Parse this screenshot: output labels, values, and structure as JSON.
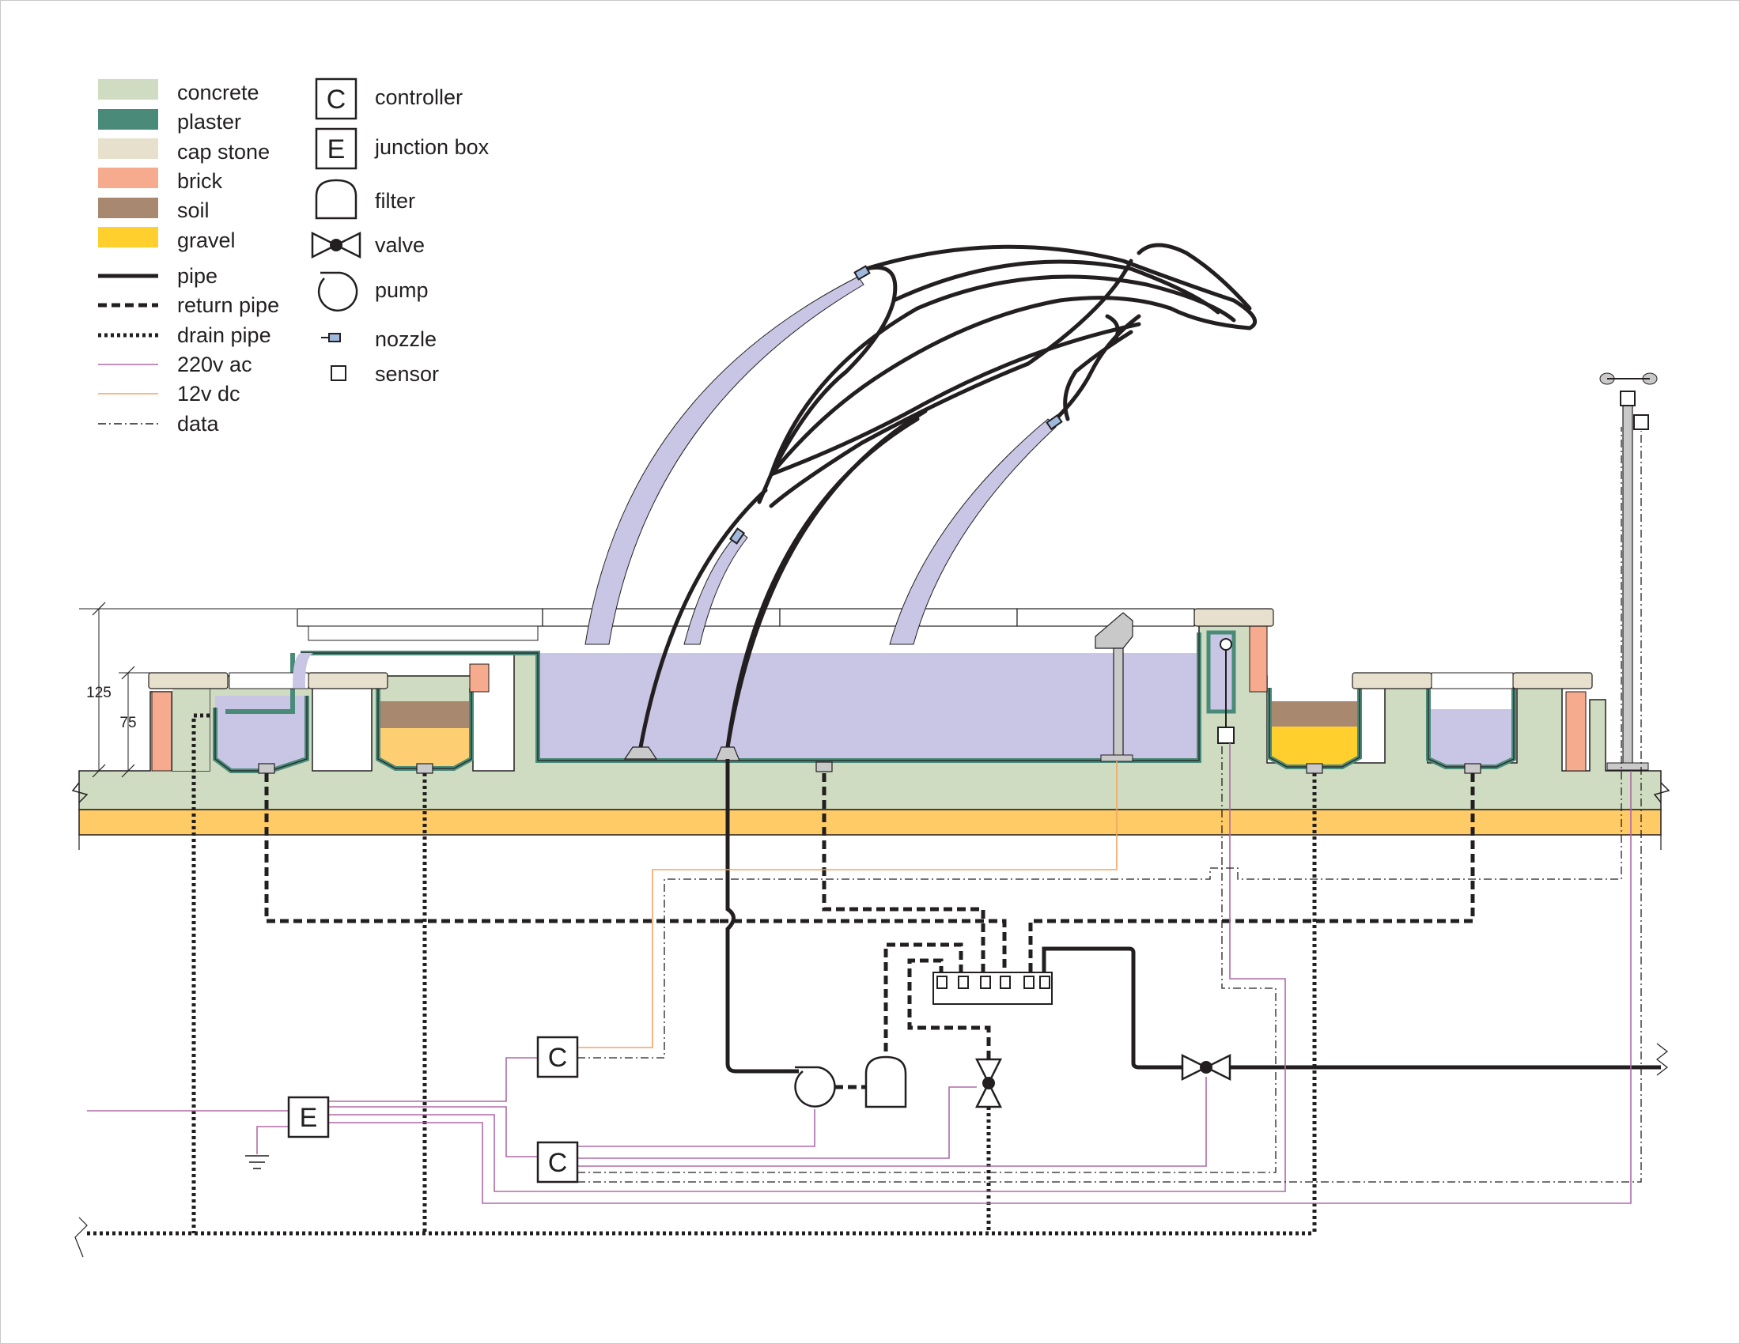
{
  "legend": {
    "materials": [
      {
        "label": "concrete",
        "color": "#cfdcc2"
      },
      {
        "label": "plaster",
        "color": "#4a8a78"
      },
      {
        "label": "cap stone",
        "color": "#e6e0cc"
      },
      {
        "label": "brick",
        "color": "#f6ab8e"
      },
      {
        "label": "soil",
        "color": "#a8896f"
      },
      {
        "label": "gravel",
        "color": "#ffcf2d"
      }
    ],
    "lines": [
      {
        "label": "pipe"
      },
      {
        "label": "return pipe"
      },
      {
        "label": "drain pipe"
      },
      {
        "label": "220v ac",
        "color": "#b06aa6"
      },
      {
        "label": "12v dc",
        "color": "#f4a460"
      },
      {
        "label": "data"
      }
    ],
    "symbols": [
      {
        "label": "controller",
        "glyph": "C"
      },
      {
        "label": "junction box",
        "glyph": "E"
      },
      {
        "label": "filter"
      },
      {
        "label": "valve"
      },
      {
        "label": "pump"
      },
      {
        "label": "nozzle"
      },
      {
        "label": "sensor"
      }
    ]
  },
  "dimensions": {
    "height_a": "125",
    "height_b": "75"
  },
  "components": {
    "controller_glyph": "C",
    "junction_glyph": "E"
  },
  "colors": {
    "water": "#c8c6e4",
    "nozzle": "#9fb9dc",
    "ground_gravel": "#fecb67",
    "soil_gravel": "#fdcf72"
  }
}
